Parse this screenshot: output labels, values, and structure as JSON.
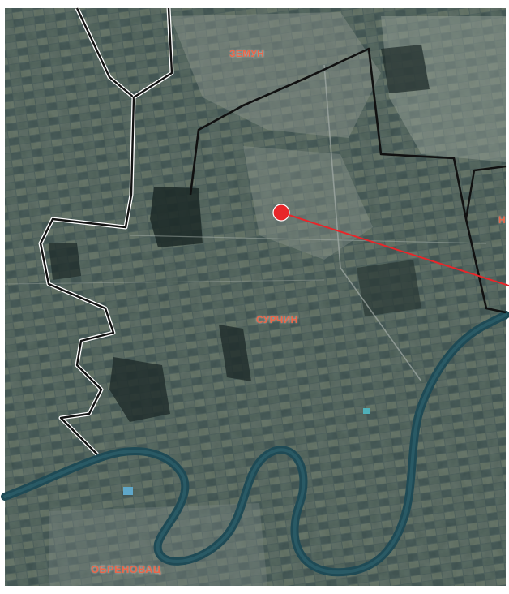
{
  "map": {
    "type": "satellite",
    "label_color": "#e8674a",
    "marker_color": "#e8262a",
    "border_color": "#111111",
    "river_color": "#1f4a55",
    "places": {
      "zemun": "ЗЕМУН",
      "surcin": "СУРЧИН",
      "obrenovac": "ОБРЕНОВАЦ",
      "edge": "Н"
    }
  }
}
